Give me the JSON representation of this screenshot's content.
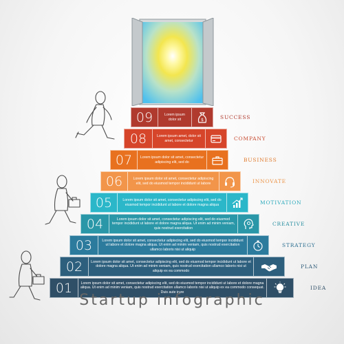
{
  "title": "Startup infographic",
  "steps": [
    {
      "num": "09",
      "label": "SUCCESS",
      "color": "#b03a2e",
      "label_color": "#b03a2e",
      "icon": "money-bag-icon",
      "text": "Lorem ipsum dolor sit"
    },
    {
      "num": "08",
      "label": "COMPANY",
      "color": "#d6452a",
      "label_color": "#c8492e",
      "icon": "credit-card-icon",
      "text": "Lorem ipsum amet, dolor sit amet, consectetur"
    },
    {
      "num": "07",
      "label": "BUSINESS",
      "color": "#e8711f",
      "label_color": "#e07a2c",
      "icon": "briefcase-icon",
      "text": "Lorem ipsum dolor sit amet, consectetur adipiscing elit, sed do"
    },
    {
      "num": "06",
      "label": "INNOVATE",
      "color": "#f2954a",
      "label_color": "#ec9447",
      "icon": "headset-icon",
      "text": "Lorem ipsum dolor sit amet, consectetur adipiscing elit, sed do eiusmod tempor incididunt ut labore"
    },
    {
      "num": "05",
      "label": "MOTIVATION",
      "color": "#2bb7c9",
      "label_color": "#2aa9bb",
      "icon": "growth-chart-icon",
      "text": "Lorem ipsum dolor sit amet, consectetur adipiscing elit, sed do eiusmod tempor incididunt ut labore et dolore magna aliqua"
    },
    {
      "num": "04",
      "label": "CREATIVE",
      "color": "#2a97a8",
      "label_color": "#2a8fa1",
      "icon": "head-idea-icon",
      "text": "Lorem ipsum dolor sit amet, consectetur adipiscing elit, sed do eiusmod tempor incididunt ut labore et dolore magna aliqua. Ut enim ad minim veniam, quis nostrud exercitation"
    },
    {
      "num": "03",
      "label": "STRATEGY",
      "color": "#2c7b9d",
      "label_color": "#2c6f91",
      "icon": "stopwatch-icon",
      "text": "Lorem ipsum dolor sit amet, consectetur adipiscing elit, sed do eiusmod tempor incididunt ut labore et dolore magna aliqua. Ut enim ad minim veniam, quis nostrud exercitation ullamco laboris nisi ut aliquip"
    },
    {
      "num": "02",
      "label": "PLAN",
      "color": "#2d5f7d",
      "label_color": "#2d5a78",
      "icon": "handshake-icon",
      "text": "Lorem ipsum dolor sit amet, consectetur adipiscing elit, sed do eiusmod tempor incididunt ut labore et dolore magna aliqua. Ut enim ad minim veniam, quis nostrud exercitation ullamco laboris nisi ut aliquip ex ea commodo"
    },
    {
      "num": "01",
      "label": "IDEA",
      "color": "#2f4f67",
      "label_color": "#2f4f67",
      "icon": "light-bulb-icon",
      "text": "Lorem ipsum dolor sit amet, consectetur adipiscing elit, sed do eiusmod tempor incididunt ut labore et dolore magna aliqua. Ut enim ad minim veniam, quis nostrud exercitation ullamco laboris nisi ut aliquip ex ea commodo consequat. Duis aute irure"
    }
  ]
}
